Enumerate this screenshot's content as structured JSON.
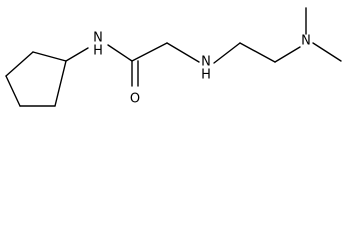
{
  "molecule": {
    "atoms": {
      "amide_n": "N\nH",
      "carbonyl_o": "O",
      "amine_n": "N\nH",
      "dimethyl_n": "N"
    }
  },
  "colors": {
    "bond": "#000000",
    "text": "#000000",
    "background": "#ffffff"
  }
}
